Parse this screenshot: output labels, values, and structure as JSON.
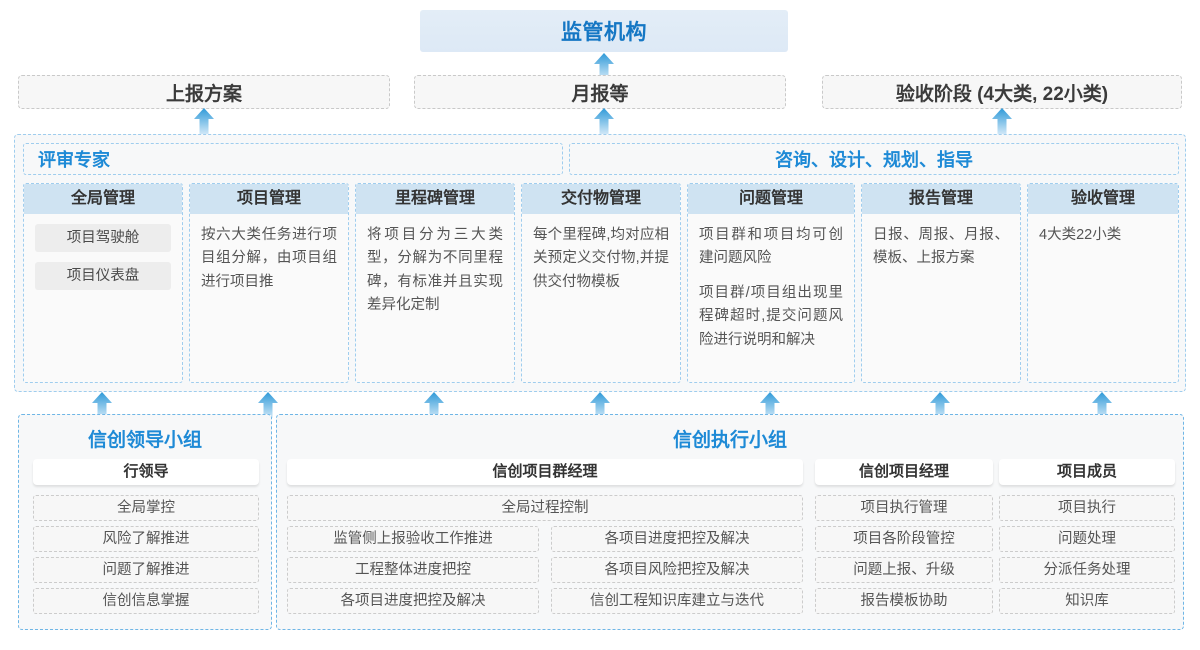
{
  "top": {
    "regulator": "监管机构",
    "submissions": [
      {
        "label": "上报方案"
      },
      {
        "label": "月报等"
      },
      {
        "label": "验收阶段 (4大类, 22小类)"
      }
    ]
  },
  "middle": {
    "left_header": "评审专家",
    "right_header": "咨询、设计、规划、指导",
    "cards": [
      {
        "title": "全局管理",
        "pills": [
          "项目驾驶舱",
          "项目仪表盘"
        ],
        "paragraphs": []
      },
      {
        "title": "项目管理",
        "pills": [],
        "paragraphs": [
          "按六大类任务进行项目组分解，由项目组进行项目推"
        ]
      },
      {
        "title": "里程碑管理",
        "pills": [],
        "paragraphs": [
          "将项目分为三大类型，分解为不同里程碑，有标准并且实现差异化定制"
        ]
      },
      {
        "title": "交付物管理",
        "pills": [],
        "paragraphs": [
          "每个里程碑,均对应相关预定义交付物,并提供交付物模板"
        ]
      },
      {
        "title": "问题管理",
        "pills": [],
        "paragraphs": [
          "项目群和项目均可创建问题风险",
          "项目群/项目组出现里程碑超时,提交问题风险进行说明和解决"
        ]
      },
      {
        "title": "报告管理",
        "pills": [],
        "paragraphs": [
          "日报、周报、月报、模板、上报方案"
        ]
      },
      {
        "title": "验收管理",
        "pills": [],
        "paragraphs": [
          "4大类22小类"
        ]
      }
    ]
  },
  "bottom": {
    "leader_group": {
      "title": "信创领导小组",
      "role": "行领导",
      "tasks": [
        "全局掌控",
        "风险了解推进",
        "问题了解推进",
        "信创信息掌握"
      ]
    },
    "exec_group": {
      "title": "信创执行小组",
      "columns": [
        {
          "role": "信创项目群经理",
          "wide_task": "全局过程控制",
          "left_tasks": [
            "监管侧上报验收工作推进",
            "工程整体进度把控",
            "各项目进度把控及解决"
          ],
          "right_tasks": [
            "各项目进度把控及解决",
            "各项目风险把控及解决",
            "信创工程知识库建立与迭代"
          ]
        },
        {
          "role": "信创项目经理",
          "tasks": [
            "项目执行管理",
            "项目各阶段管控",
            "问题上报、升级",
            "报告模板协助"
          ]
        },
        {
          "role": "项目成员",
          "tasks": [
            "项目执行",
            "问题处理",
            "分派任务处理",
            "知识库"
          ]
        }
      ]
    }
  },
  "colors": {
    "accent": "#1e8ad6",
    "title_blue": "#1577c4",
    "card_head": "#cfe3f2",
    "dashed_blue": "#9fcdee",
    "dashed_grey": "#c9c9c9",
    "arrow_top": "#2f9ad8",
    "arrow_bottom": "#bfe0f4"
  }
}
